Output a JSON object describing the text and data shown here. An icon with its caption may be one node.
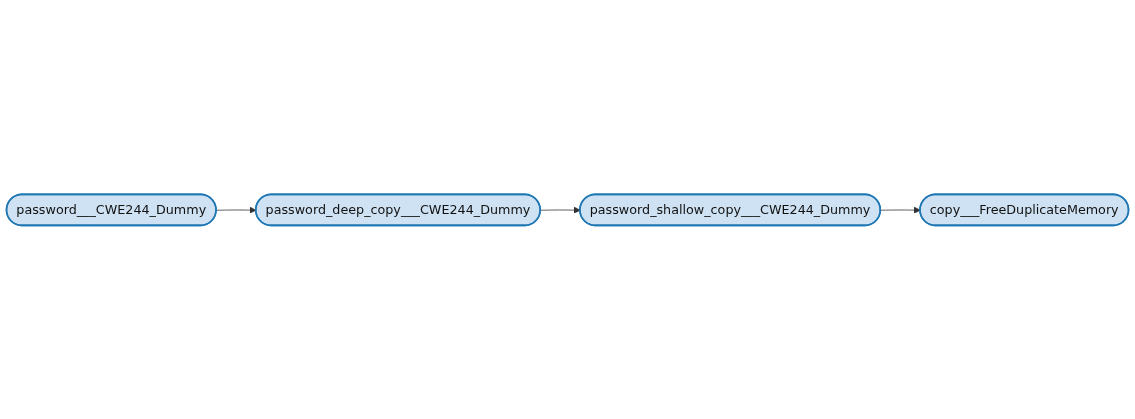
{
  "diagram": {
    "nodes": [
      {
        "text": [
          "password_shallow_copy___CWE244_Dummy"
        ]
      },
      {
        "text": [
          "copy___FreeDuplicateMemory"
        ]
      },
      {
        "text": [
          "password_deep_copy___CWE244_Dummy"
        ]
      },
      {
        "text": [
          "password___CWE244_Dummy"
        ]
      }
    ],
    "edges": [
      {
        "from": 3,
        "to": 2,
        "arrow": "to"
      },
      {
        "from": 2,
        "to": 0,
        "arrow": "to"
      },
      {
        "from": 0,
        "to": 1,
        "arrow": "to"
      }
    ]
  }
}
